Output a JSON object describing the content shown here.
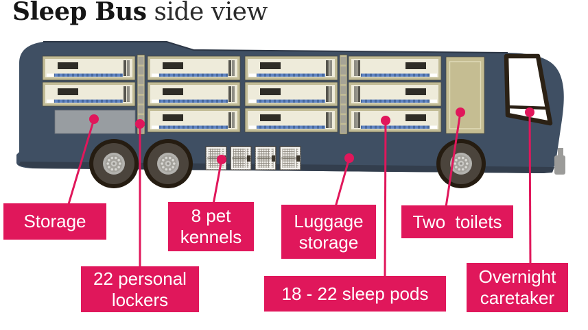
{
  "title": {
    "bold": "Sleep Bus",
    "regular": " side view"
  },
  "callouts": {
    "storage": {
      "text": "Storage"
    },
    "kennels": {
      "text": "8 pet\nkennels"
    },
    "luggage": {
      "text": "Luggage\nstorage"
    },
    "toilets": {
      "text": "Two  toilets"
    },
    "lockers": {
      "text": "22 personal\nlockers"
    },
    "sleep_pods": {
      "text": "18 - 22 sleep pods"
    },
    "caretaker": {
      "text": "Overnight\ncaretaker"
    }
  },
  "colors": {
    "accent_pink": "#e0175b",
    "bus_body": "#3f4f63",
    "pod_cream": "#eeebda",
    "pod_frame_khaki": "#c2bc96",
    "toilet_tan": "#c5bd92",
    "storage_gray": "#989da1",
    "title_text": "#161616"
  }
}
